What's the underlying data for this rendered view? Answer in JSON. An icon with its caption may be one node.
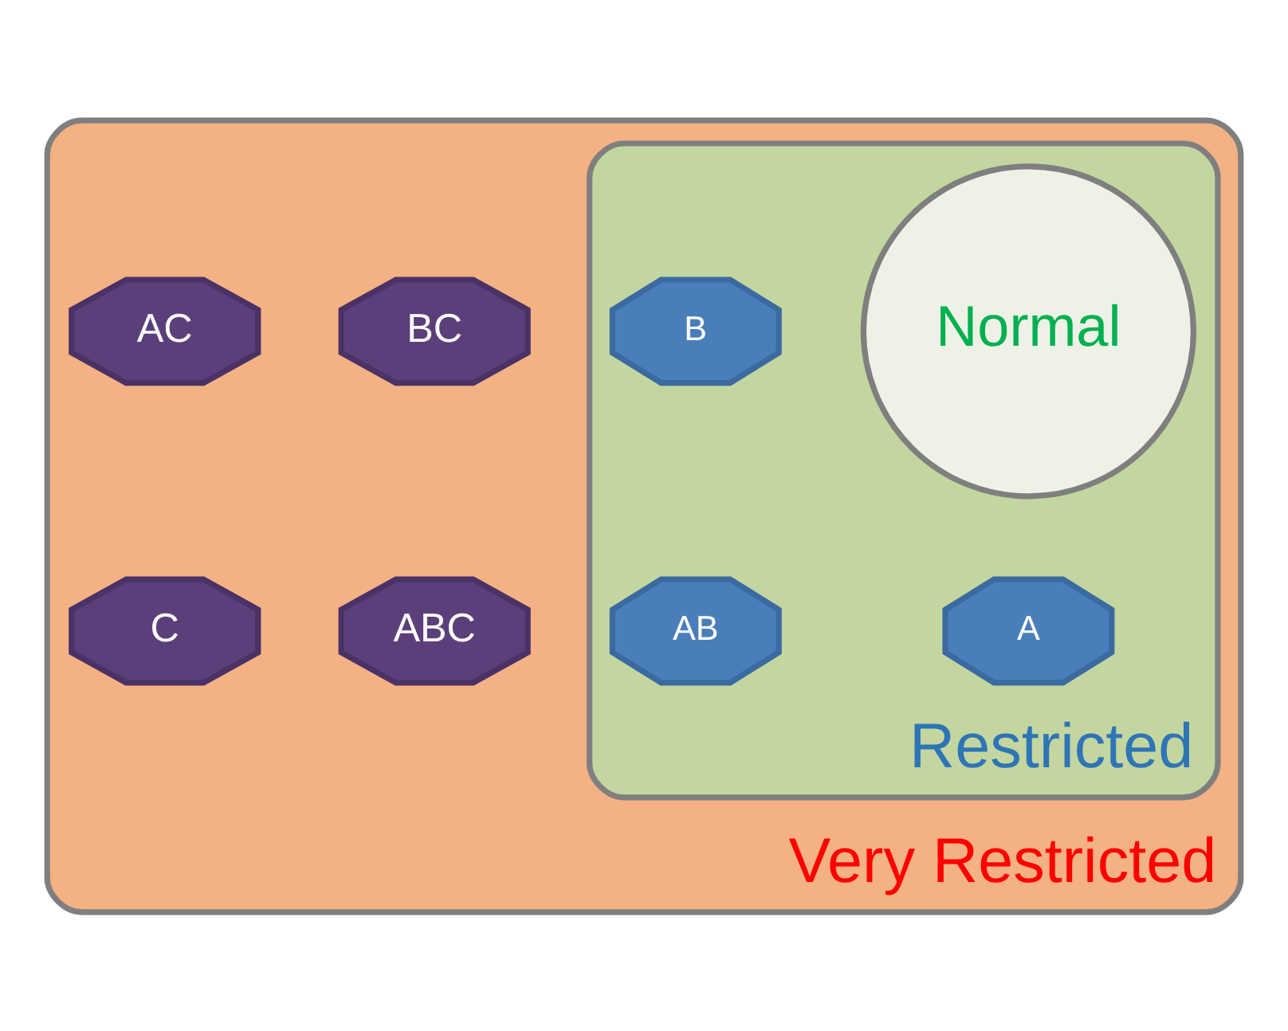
{
  "diagram": {
    "nodes": [
      {
        "text": [
          "Very Restricted"
        ]
      },
      {
        "text": [
          "Restricted"
        ],
        "in": 0
      },
      {
        "text": [
          "Normal"
        ],
        "in": 1
      },
      {
        "text": [
          "B"
        ],
        "in": 1
      },
      {
        "text": [
          "AB"
        ],
        "in": 1
      },
      {
        "text": [
          "A"
        ],
        "in": 1
      },
      {
        "text": [
          "BC"
        ],
        "in": 0
      },
      {
        "text": [
          "ABC"
        ],
        "in": 0
      },
      {
        "text": [
          "AC"
        ],
        "in": 0
      },
      {
        "text": [
          "C"
        ],
        "in": 0
      }
    ],
    "edges": []
  }
}
